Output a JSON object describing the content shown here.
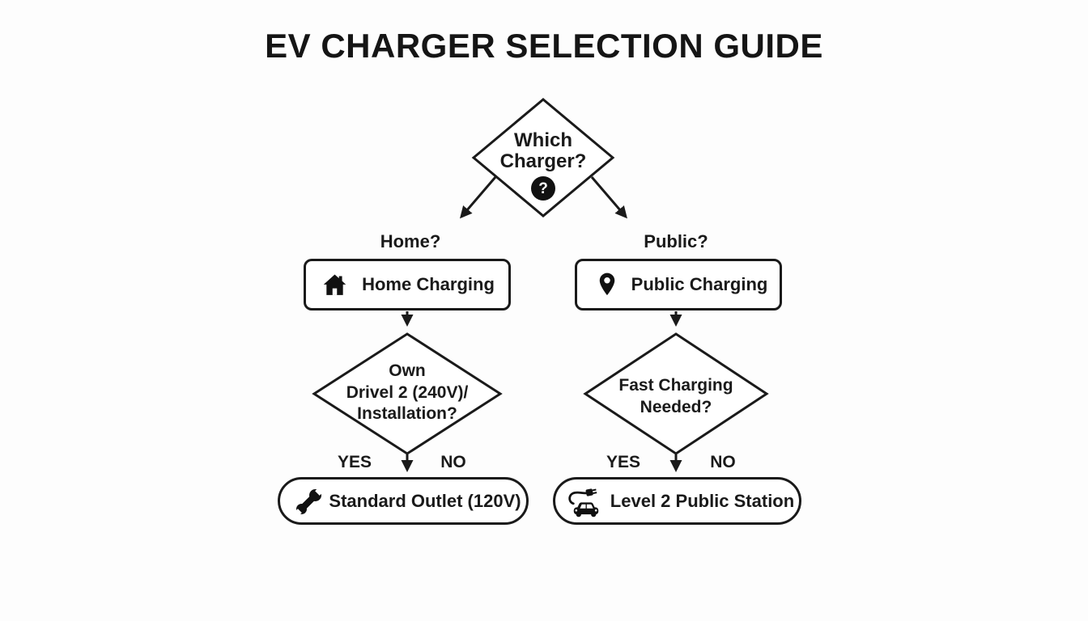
{
  "title": "EV CHARGER SELECTION GUIDE",
  "root_decision": {
    "line1": "Which",
    "line2": "Charger?",
    "icon": "question-mark-icon",
    "icon_glyph": "?"
  },
  "branch_labels": {
    "home": "Home?",
    "public": "Public?"
  },
  "option_boxes": {
    "home": {
      "label": "Home Charging",
      "icon": "house-icon"
    },
    "public": {
      "label": "Public Charging",
      "icon": "map-pin-icon"
    }
  },
  "decisions": {
    "home": {
      "line1": "Own",
      "line2": "Drivel 2 (240V)/",
      "line3": "Installation?"
    },
    "public": {
      "line1": "Fast Charging",
      "line2": "Needed?"
    }
  },
  "edge_labels": {
    "home_yes": "YES",
    "home_no": "NO",
    "public_yes": "YES",
    "public_no": "NO"
  },
  "outcomes": {
    "home": {
      "label": "Standard Outlet (120V)",
      "icon": "wrench-icon"
    },
    "public": {
      "label": "Level 2 Public Station",
      "icon": "ev-car-plug-icon"
    }
  },
  "colors": {
    "ink": "#1a1a1a",
    "background": "#fdfdfd",
    "icon_fill": "#111111"
  }
}
